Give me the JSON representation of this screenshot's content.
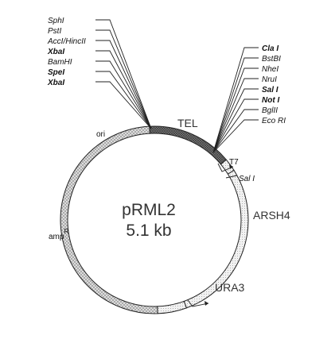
{
  "plasmid": {
    "name": "pRML2",
    "size": "5.1 kb"
  },
  "sites_left": [
    "SphI",
    "PstI",
    "AccI/HincII",
    "XbaI",
    "BamHI",
    "SpeI",
    "XbaI"
  ],
  "sites_right": [
    "Cla I",
    "BstBI",
    "NheI",
    "NruI",
    "Sal I",
    "Not I",
    "BglII",
    "Eco RI"
  ],
  "features": {
    "tel": "TEL",
    "arsh4": "ARSH4",
    "ura3": "URA3",
    "ori": "ori",
    "amp": "amp",
    "amp_sup": "R",
    "t7": "T7",
    "sal_inner": "Sal I"
  },
  "colors": {
    "ring_stroke": "#222222",
    "tel_fill": "#555555",
    "hatch": "#9a9a9a"
  }
}
